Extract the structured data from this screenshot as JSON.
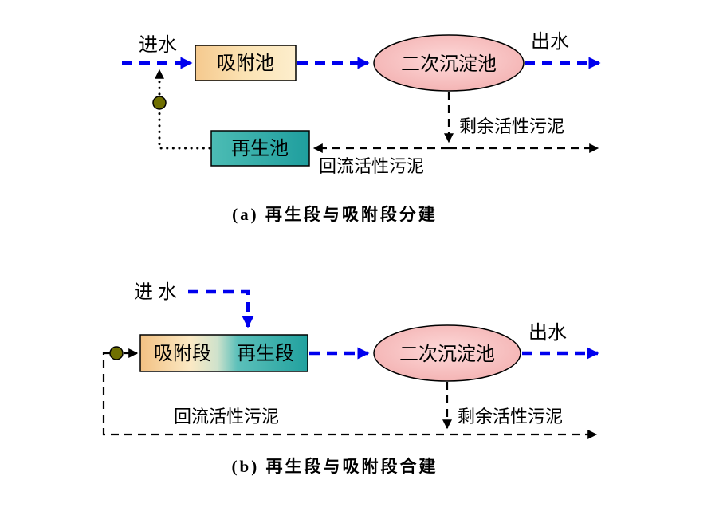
{
  "diagram_a": {
    "caption": "(a) 再生段与吸附段分建",
    "labels": {
      "influent": "进水",
      "effluent": "出水",
      "excess_sludge": "剩余活性污泥",
      "return_sludge": "回流活性污泥"
    },
    "nodes": {
      "adsorption_tank": "吸附池",
      "regeneration_tank": "再生池",
      "secondary_clarifier": "二次沉淀池"
    }
  },
  "diagram_b": {
    "caption": "(b) 再生段与吸附段合建",
    "labels": {
      "influent": "进 水",
      "effluent": "出水",
      "excess_sludge": "剩余活性污泥",
      "return_sludge": "回流活性污泥"
    },
    "nodes": {
      "adsorption_stage": "吸附段",
      "regeneration_stage": "再生段",
      "secondary_clarifier": "二次沉淀池"
    }
  },
  "colors": {
    "flow_arrow_blue": "#0000ee",
    "sludge_line_black": "#000000",
    "adsorption_tank_fill": "#fbdfa8",
    "regeneration_tank_fill": "#2aa4a0",
    "clarifier_fill": "#f7bcbc",
    "junction_node_fill": "#6f6f00"
  }
}
